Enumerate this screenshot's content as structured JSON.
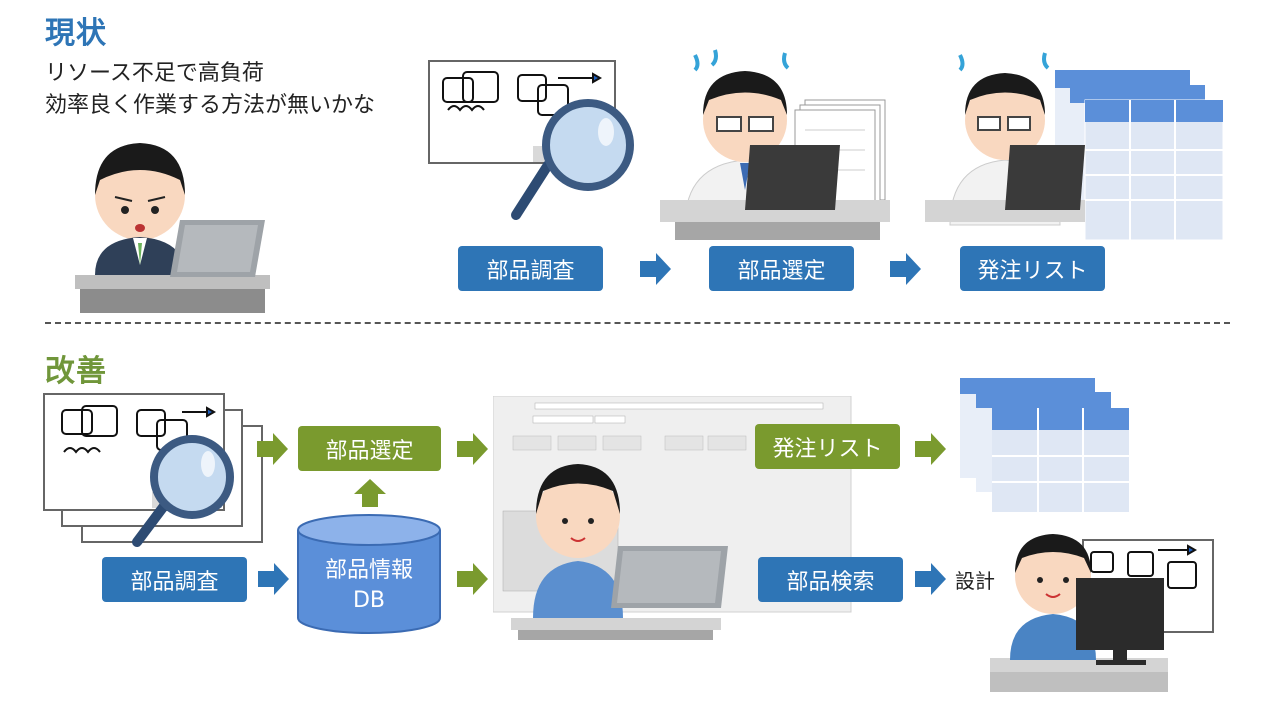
{
  "current": {
    "title": "現状",
    "problem_line1": "リソース不足で高負荷",
    "problem_line2": "効率良く作業する方法が無いかな",
    "steps": [
      "部品調査",
      "部品選定",
      "発注リスト"
    ]
  },
  "improvement": {
    "title": "改善",
    "research": "部品調査",
    "selection": "部品選定",
    "db_line1": "部品情報",
    "db_line2": "DB",
    "order_list": "発注リスト",
    "search": "部品検索",
    "design": "設計"
  },
  "colors": {
    "blue": "#2e75b6",
    "green": "#7a9a2e",
    "db_fill": "#5b8fd9"
  }
}
